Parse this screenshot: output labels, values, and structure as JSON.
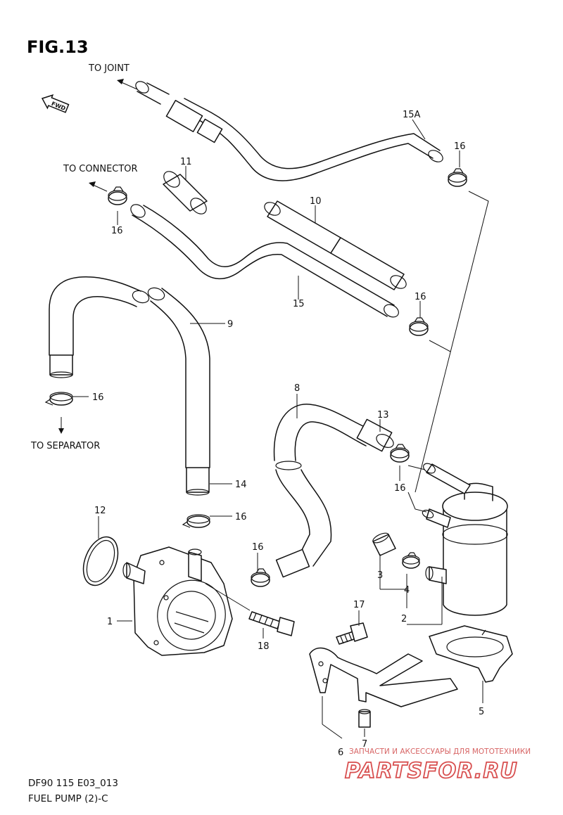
{
  "title": "FIG.13",
  "directions": {
    "to_joint": "TO JOINT",
    "to_connector": "TO CONNECTOR",
    "to_separator": "TO SEPARATOR",
    "fwd": "FWD"
  },
  "parts": {
    "p1": "1",
    "p2": "2",
    "p3": "3",
    "p4": "4",
    "p5": "5",
    "p6": "6",
    "p7": "7",
    "p8": "8",
    "p9": "9",
    "p10": "10",
    "p11": "11",
    "p12": "12",
    "p13": "13",
    "p14": "14",
    "p15": "15",
    "p15a": "15A",
    "p16": "16",
    "p17": "17",
    "p18": "18"
  },
  "footer": {
    "code": "DF90 115 E03_013",
    "name": "FUEL PUMP (2)-C"
  },
  "watermark": {
    "caption": "ЗАПЧАСТИ И АКСЕССУАРЫ ДЛЯ МОТОТЕХНИКИ",
    "brand": "PARTSFOR.RU"
  }
}
